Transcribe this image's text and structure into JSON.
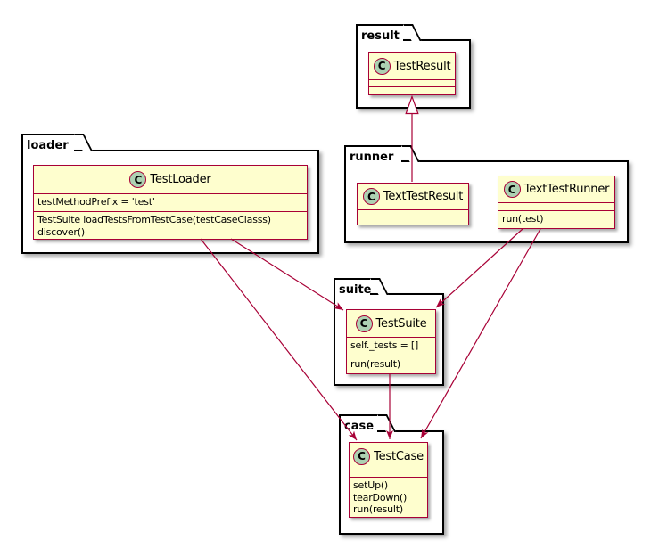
{
  "diagram": {
    "class_icon_letter": "C",
    "colors": {
      "class_fill": "#FEFECE",
      "class_border": "#A80036",
      "arrow": "#A80036",
      "icon_circle_fill": "#ADD1B2",
      "package_border": "#000000"
    }
  },
  "packages": {
    "result": {
      "name": "result"
    },
    "loader": {
      "name": "loader"
    },
    "runner": {
      "name": "runner"
    },
    "suite": {
      "name": "suite"
    },
    "case": {
      "name": "case"
    }
  },
  "classes": {
    "TestResult": {
      "name": "TestResult",
      "package": "result",
      "attributes": [],
      "methods": []
    },
    "TestLoader": {
      "name": "TestLoader",
      "package": "loader",
      "attributes": [
        "testMethodPrefix = 'test'"
      ],
      "methods": [
        "TestSuite loadTestsFromTestCase(testCaseClasss)",
        "discover()"
      ]
    },
    "TextTestResult": {
      "name": "TextTestResult",
      "package": "runner",
      "attributes": [],
      "methods": []
    },
    "TextTestRunner": {
      "name": "TextTestRunner",
      "package": "runner",
      "attributes": [],
      "methods": [
        "run(test)"
      ]
    },
    "TestSuite": {
      "name": "TestSuite",
      "package": "suite",
      "attributes": [
        "self._tests = []"
      ],
      "methods": [
        "run(result)"
      ]
    },
    "TestCase": {
      "name": "TestCase",
      "package": "case",
      "attributes": [],
      "methods": [
        "setUp()",
        "tearDown()",
        "run(result)"
      ]
    }
  },
  "relationships": [
    {
      "from": "TextTestResult",
      "to": "TestResult",
      "type": "inheritance"
    },
    {
      "from": "TestLoader",
      "to": "TestSuite",
      "type": "arrow"
    },
    {
      "from": "TestLoader",
      "to": "TestCase",
      "type": "arrow"
    },
    {
      "from": "TextTestRunner",
      "to": "TestSuite",
      "type": "arrow"
    },
    {
      "from": "TextTestRunner",
      "to": "TestCase",
      "type": "arrow"
    },
    {
      "from": "TestSuite",
      "to": "TestCase",
      "type": "arrow"
    }
  ]
}
